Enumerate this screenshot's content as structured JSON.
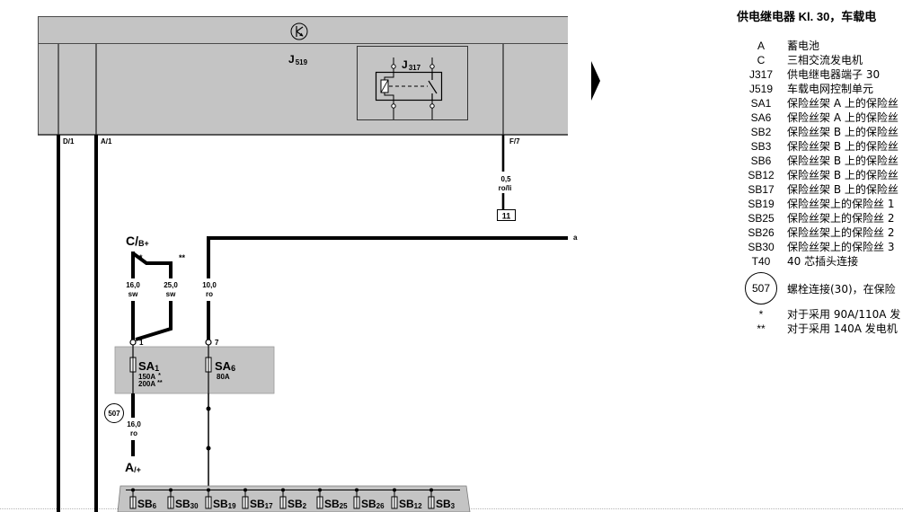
{
  "colors": {
    "housing": "#c4c4c4",
    "wire": "#000000",
    "background": "#ffffff"
  },
  "diagram": {
    "control_unit": {
      "letter": "J",
      "sub": "519"
    },
    "control_unit_icon": "transistor-symbol-icon",
    "relay": {
      "letter": "J",
      "sub": "317"
    },
    "pins": {
      "d1": "D/1",
      "a1": "A/1",
      "f7": "F/7"
    },
    "wire_f7": {
      "size": "0,5",
      "color": "ro/li"
    },
    "connector_box": "11",
    "wire_a": "a",
    "generator": {
      "main": "C/",
      "sub": "B+",
      "note_left": "*",
      "note_right": "**"
    },
    "wire_gen_1": {
      "size": "16,0",
      "color": "sw"
    },
    "wire_gen_2": {
      "size": "25,0",
      "color": "sw"
    },
    "wire_sa6": {
      "size": "10,0",
      "color": "ro"
    },
    "terminal_1": "1",
    "terminal_7": "7",
    "fuse_sa1": {
      "letter": "SA",
      "sub": "1",
      "rating_1": "150A",
      "note_1": "*",
      "rating_2": "200A",
      "note_2": "**"
    },
    "fuse_sa6": {
      "letter": "SA",
      "sub": "6",
      "rating": "80A"
    },
    "bolt": "507",
    "wire_battery": {
      "size": "16,0",
      "color": "ro"
    },
    "battery": {
      "main": "A",
      "sub": "/+"
    },
    "fuse_strip": [
      {
        "letter": "SB",
        "sub": "6"
      },
      {
        "letter": "SB",
        "sub": "30"
      },
      {
        "letter": "SB",
        "sub": "19"
      },
      {
        "letter": "SB",
        "sub": "17"
      },
      {
        "letter": "SB",
        "sub": "2"
      },
      {
        "letter": "SB",
        "sub": "25"
      },
      {
        "letter": "SB",
        "sub": "26"
      },
      {
        "letter": "SB",
        "sub": "12"
      },
      {
        "letter": "SB",
        "sub": "3"
      }
    ]
  },
  "legend": {
    "title": "供电继电器 Kl. 30，车载电",
    "items": [
      {
        "code": "A",
        "text": "蓄电池"
      },
      {
        "code": "C",
        "text": "三相交流发电机"
      },
      {
        "code": "J317",
        "text": "供电继电器端子 30"
      },
      {
        "code": "J519",
        "text": "车载电网控制单元"
      },
      {
        "code": "SA1",
        "text": "保险丝架 A 上的保险丝"
      },
      {
        "code": "SA6",
        "text": "保险丝架 A 上的保险丝"
      },
      {
        "code": "SB2",
        "text": "保险丝架 B 上的保险丝"
      },
      {
        "code": "SB3",
        "text": "保险丝架 B 上的保险丝"
      },
      {
        "code": "SB6",
        "text": "保险丝架 B 上的保险丝"
      },
      {
        "code": "SB12",
        "text": "保险丝架 B 上的保险丝"
      },
      {
        "code": "SB17",
        "text": "保险丝架 B 上的保险丝"
      },
      {
        "code": "SB19",
        "text": "保险丝架上的保险丝 1"
      },
      {
        "code": "SB25",
        "text": "保险丝架上的保险丝 2"
      },
      {
        "code": "SB26",
        "text": "保险丝架上的保险丝 2"
      },
      {
        "code": "SB30",
        "text": "保险丝架上的保险丝 3"
      },
      {
        "code": "T40",
        "text": "40 芯插头连接"
      }
    ],
    "bolt": {
      "code": "507",
      "text": "螺栓连接(30)，在保险"
    },
    "notes": [
      {
        "code": "*",
        "text": "对于采用 90A/110A 发"
      },
      {
        "code": "**",
        "text": "对于采用 140A 发电机"
      }
    ]
  }
}
